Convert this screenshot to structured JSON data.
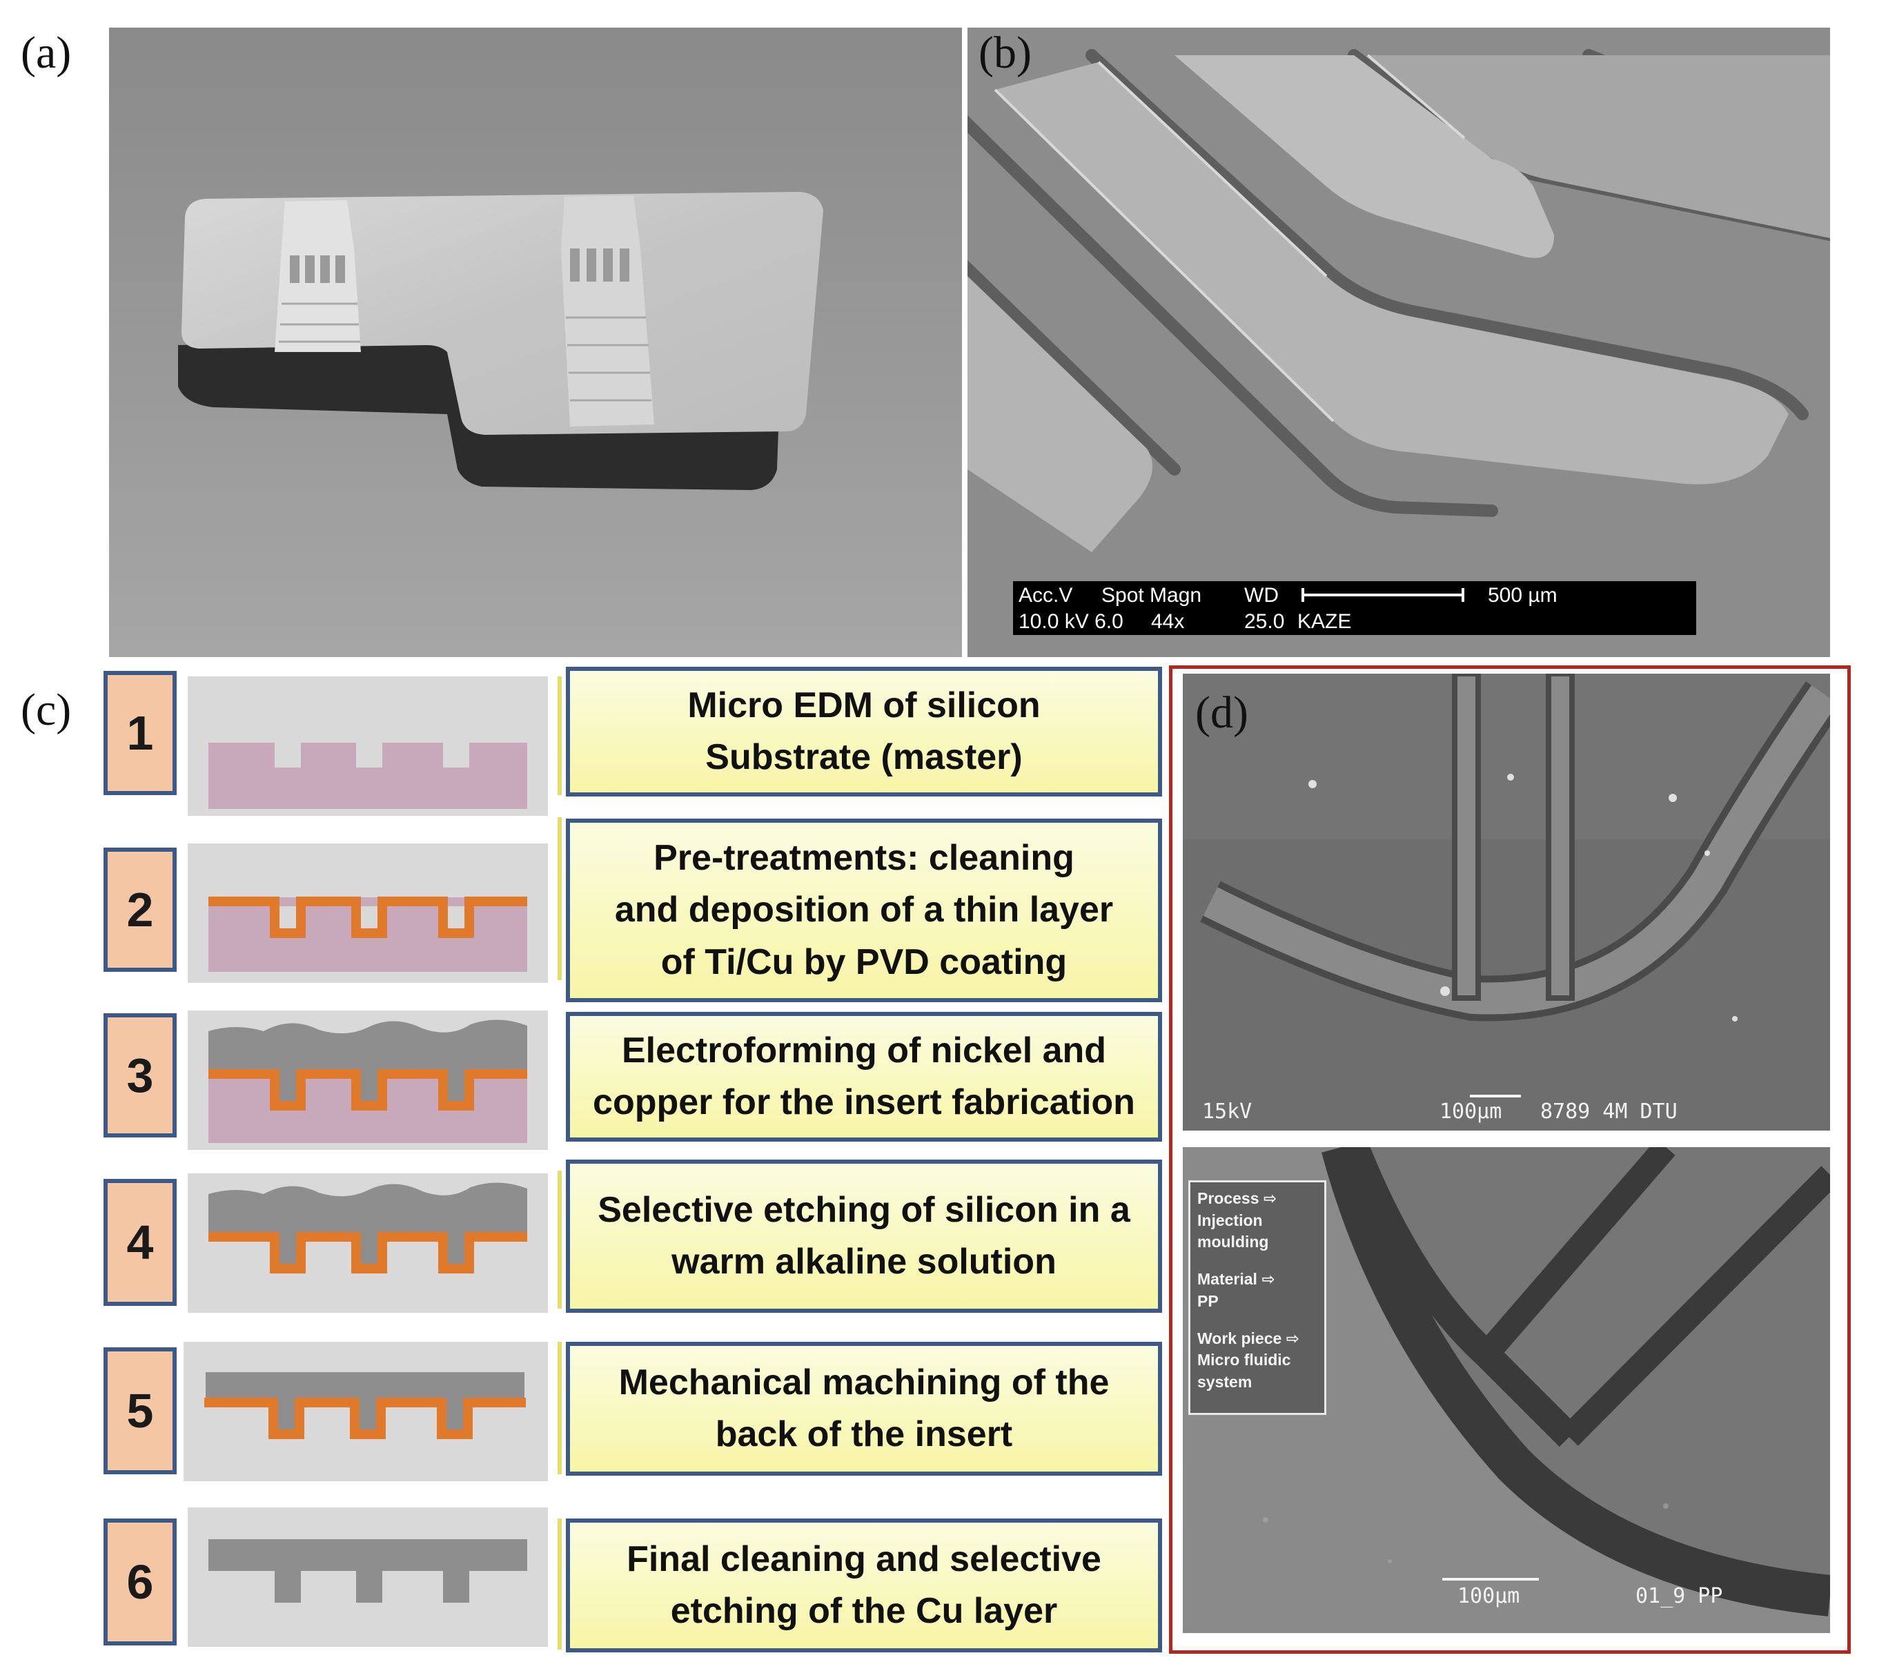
{
  "panels": {
    "a": {
      "label": "(a)"
    },
    "b": {
      "label": "(b)",
      "sem_bar": {
        "acc_v_header": "Acc.V",
        "spot_magn_header": "Spot Magn",
        "wd_header": "WD",
        "scale": "500 µm",
        "values": "10.0 kV 6.0",
        "magn_value": "44x",
        "wd_value": "25.0",
        "operator": "KAZE"
      }
    },
    "c": {
      "label": "(c)"
    },
    "d": {
      "label": "(d)",
      "top_info": {
        "kv": "15kV",
        "scale": "100µm",
        "code": "8789 4M DTU"
      },
      "bottom_info": {
        "process_label": "Process ⇨",
        "process_value_1": "Injection",
        "process_value_2": "moulding",
        "material_label": "Material ⇨",
        "material_value": "PP",
        "workpiece_label": "Work piece ⇨",
        "workpiece_value_1": "Micro fluidic",
        "workpiece_value_2": "system",
        "scale": "100µm",
        "code": "01_9 PP"
      }
    }
  },
  "steps": [
    {
      "number": "1",
      "line1": "Micro EDM of silicon",
      "line2": "Substrate (master)",
      "line3": ""
    },
    {
      "number": "2",
      "line1": "Pre-treatments: cleaning",
      "line2": "and deposition of a thin layer",
      "line3": "of Ti/Cu by PVD coating"
    },
    {
      "number": "3",
      "line1": "Electroforming of nickel and",
      "line2": "copper for the insert fabrication",
      "line3": ""
    },
    {
      "number": "4",
      "line1": "Selective etching of silicon in a",
      "line2": "warm alkaline solution",
      "line3": ""
    },
    {
      "number": "5",
      "line1": "Mechanical machining of the",
      "line2": "back of the insert",
      "line3": ""
    },
    {
      "number": "6",
      "line1": "Final cleaning and selective",
      "line2": "etching of the Cu layer",
      "line3": ""
    }
  ],
  "colors": {
    "silicon": "#c8a8bb",
    "copper": "#e07a2a",
    "nickel": "#8e8e8e",
    "step_border": "#3d5a86",
    "step_number_fill": "#f5c6a4",
    "panel_d_frame": "#b3261e"
  }
}
